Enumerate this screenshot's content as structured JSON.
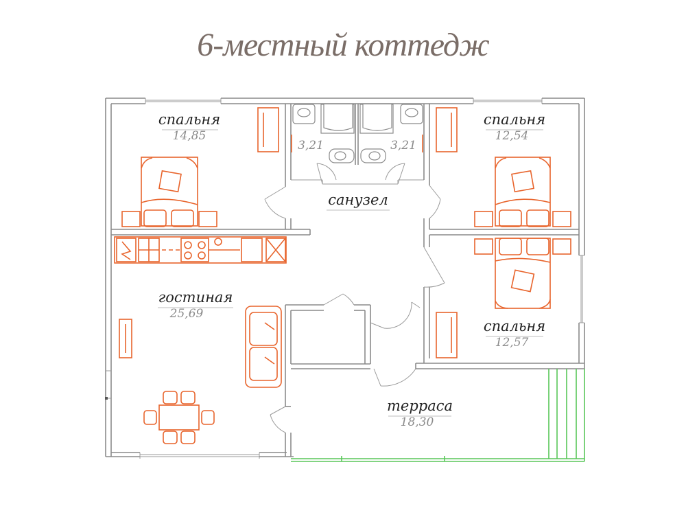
{
  "title": "6-местный коттедж",
  "rooms": {
    "bedroom_nw": {
      "name": "спальня",
      "area": "14,85"
    },
    "bedroom_ne": {
      "name": "спальня",
      "area": "12,54"
    },
    "bedroom_e": {
      "name": "спальня",
      "area": "12,57"
    },
    "bath_left": {
      "area": "3,21"
    },
    "bath_right": {
      "area": "3,21"
    },
    "bathroom": {
      "name": "санузел"
    },
    "living": {
      "name": "гостиная",
      "area": "25,69"
    },
    "terrace": {
      "name": "терраса",
      "area": "18,30"
    }
  },
  "colors": {
    "walls": "#8a8a8a",
    "furniture": "#e8642c",
    "railing": "#58c658",
    "title": "#7a6d67"
  }
}
